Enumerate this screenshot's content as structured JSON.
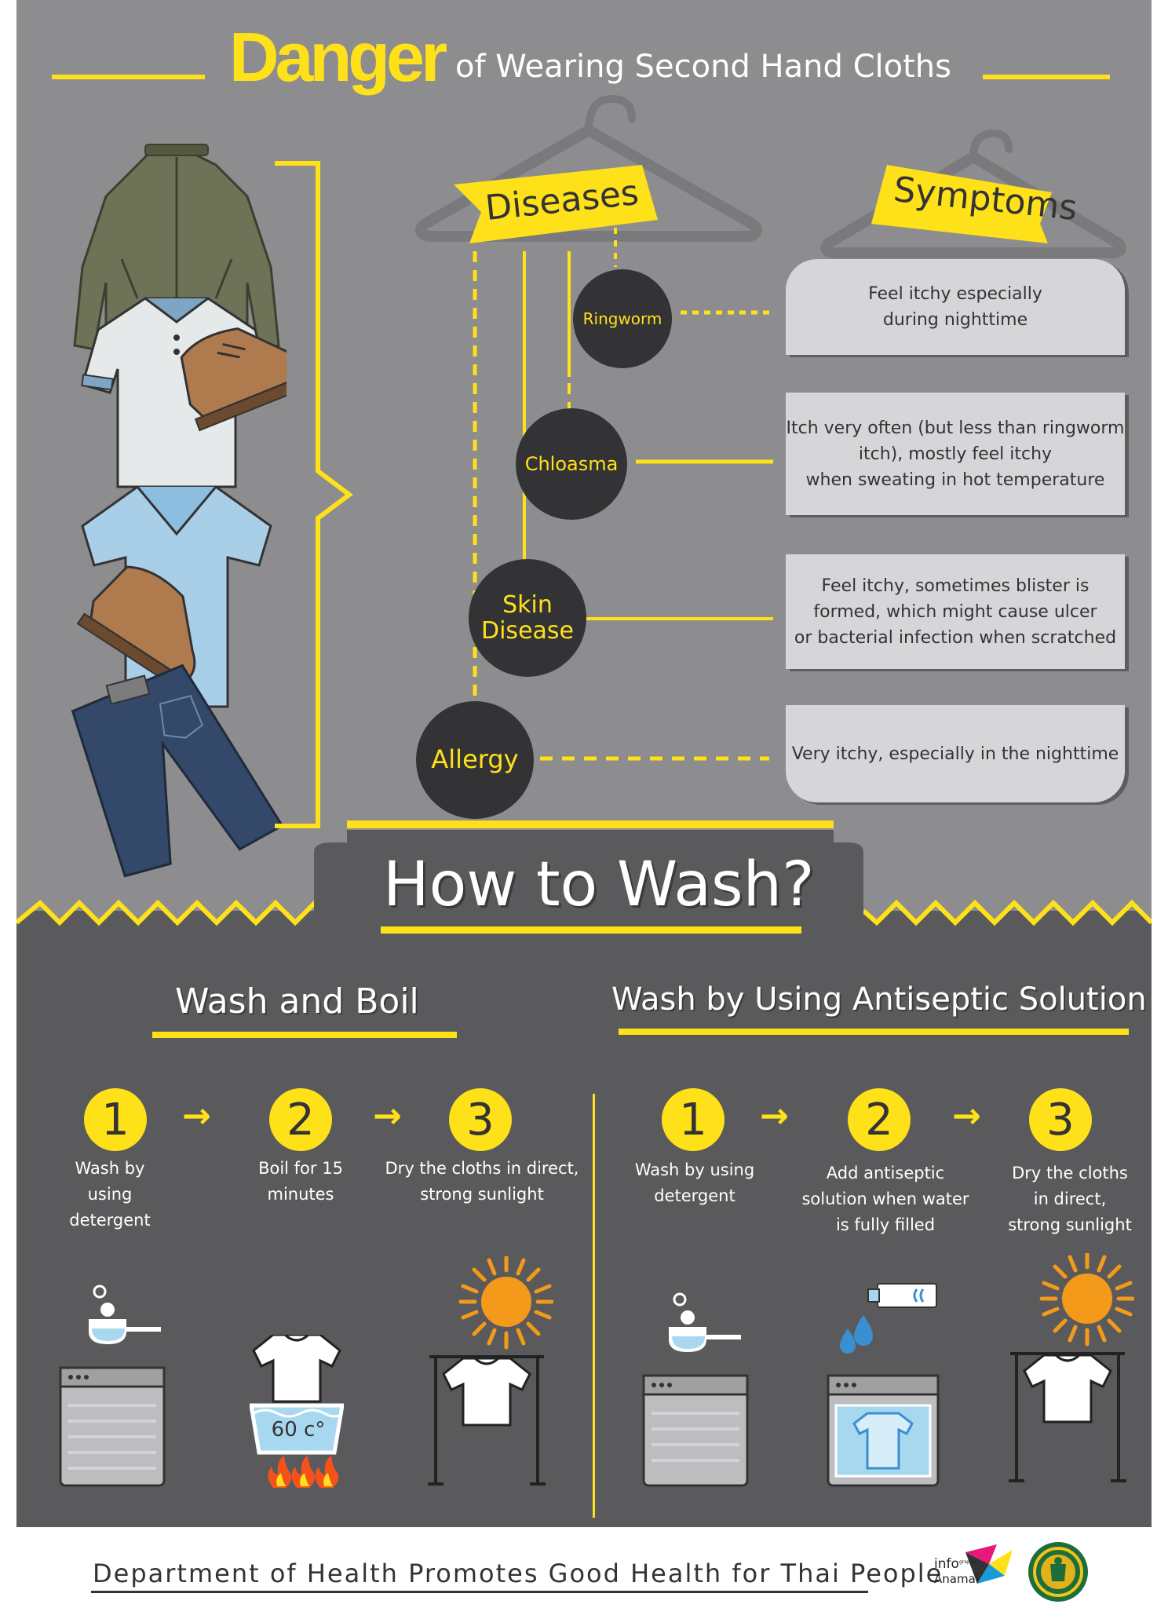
{
  "header": {
    "title_main": "Danger",
    "title_rest": "of Wearing Second Hand Cloths"
  },
  "diseases_label": "Diseases",
  "symptoms_label": "Symptoms",
  "diseases": [
    {
      "name_line1": "Ringworm",
      "name_line2": "",
      "symptom": [
        "Feel itchy especially",
        "during nighttime"
      ]
    },
    {
      "name_line1": "Chloasma",
      "name_line2": "",
      "symptom": [
        "Itch very often (but less than ringworm",
        "itch), mostly feel itchy",
        "when sweating in hot temperature"
      ]
    },
    {
      "name_line1": "Skin",
      "name_line2": "Disease",
      "symptom": [
        "Feel itchy, sometimes blister is",
        "formed, which might cause ulcer",
        "or bacterial infection when scratched"
      ]
    },
    {
      "name_line1": "Allergy",
      "name_line2": "",
      "symptom": [
        "Very itchy, especially in the nighttime"
      ]
    }
  ],
  "how_to_wash": "How to Wash?",
  "methods": [
    {
      "title": "Wash and Boil",
      "steps": [
        {
          "num": "1",
          "text": [
            "Wash by",
            "using",
            "detergent"
          ]
        },
        {
          "num": "2",
          "text": [
            "Boil for 15",
            "minutes"
          ]
        },
        {
          "num": "3",
          "text": [
            "Dry the cloths in direct,",
            "strong sunlight"
          ]
        }
      ]
    },
    {
      "title": "Wash by Using Antiseptic Solution",
      "steps": [
        {
          "num": "1",
          "text": [
            "Wash by using",
            "detergent"
          ]
        },
        {
          "num": "2",
          "text": [
            "Add antiseptic",
            "solution when water",
            "is fully filled"
          ]
        },
        {
          "num": "3",
          "text": [
            "Dry the cloths",
            "in direct,",
            "strong sunlight"
          ]
        }
      ]
    }
  ],
  "boil_temperature": "60 c°",
  "arrow_glyph": "→",
  "footer": {
    "text": "Department of Health Promotes Good Health for Thai People",
    "logo_info": "info",
    "logo_graphic": "graphic",
    "logo_anamai": "Anamai"
  },
  "colors": {
    "accent_yellow": "#ffe11a",
    "panel_gray": "#8d8d8f",
    "panel_dark": "#5a5a5c",
    "circle_dark": "#333335",
    "box_light": "#d6d6d8",
    "sun_orange": "#f49a1a",
    "water_blue": "#a8d8f0"
  },
  "icons": [
    "jacket-icon",
    "polo-shirt-icon",
    "shoe-icon",
    "tshirt-icon",
    "jeans-icon",
    "hanger-icon",
    "washing-machine-icon",
    "detergent-scoop-icon",
    "boiling-pot-icon",
    "fire-icon",
    "sun-icon",
    "clothes-rack-icon",
    "antiseptic-bottle-icon",
    "droplet-icon",
    "ministry-seal-icon",
    "infographic-logo-icon"
  ]
}
